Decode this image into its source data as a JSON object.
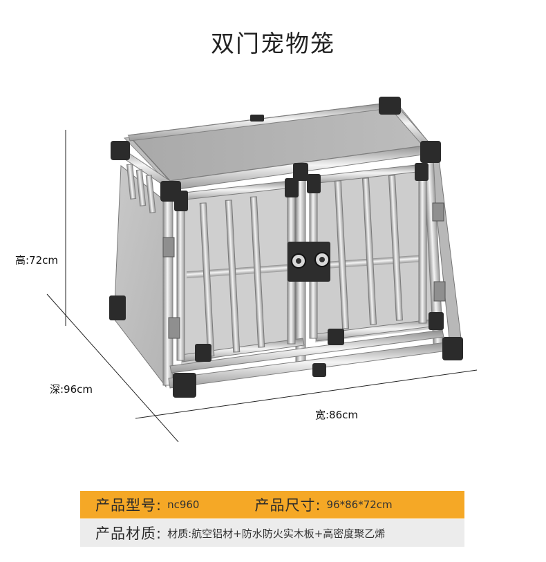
{
  "title": "双门宠物笼",
  "dimensions": {
    "height": "高:72cm",
    "depth": "深:96cm",
    "width": "宽:86cm"
  },
  "specs": {
    "model_label": "产品型号:",
    "model_value": "nc960",
    "size_label": "产品尺寸:",
    "size_value": "96*86*72cm",
    "material_label": "产品材质:",
    "material_value": "材质:航空铝材+防水防火实木板+高密度聚乙烯"
  },
  "colors": {
    "spec_highlight": "#f5a826",
    "spec_secondary": "#ececec"
  }
}
